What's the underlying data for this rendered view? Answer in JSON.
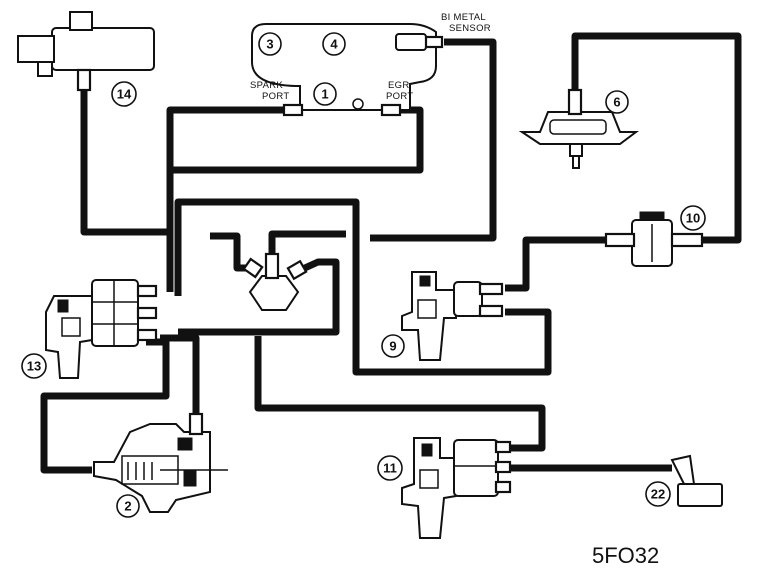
{
  "labels": {
    "bimetal_sensor_1": "BI METAL",
    "bimetal_sensor_2": "SENSOR",
    "spark_port_1": "SPARK",
    "spark_port_2": "PORT",
    "egr_port_1": "EGR",
    "egr_port_2": "PORT",
    "figure_code": "5FO32"
  },
  "callouts": {
    "n1": "1",
    "n2": "2",
    "n3": "3",
    "n4": "4",
    "n6": "6",
    "n9": "9",
    "n10": "10",
    "n11": "11",
    "n13": "13",
    "n14": "14",
    "n22": "22"
  }
}
